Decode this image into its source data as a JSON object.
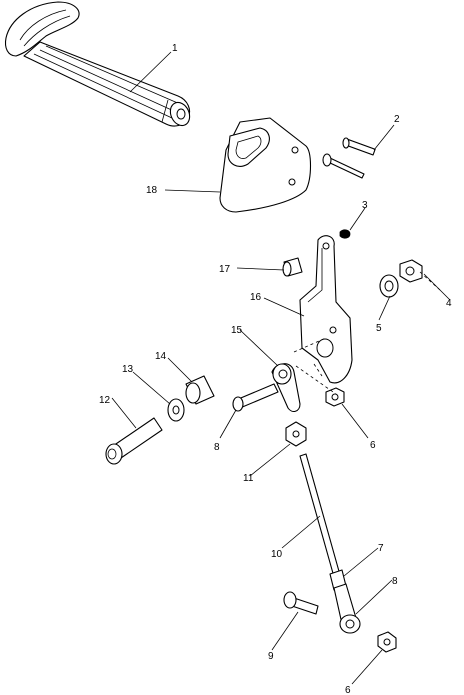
{
  "callouts": {
    "c1": "1",
    "c2": "2",
    "c3": "3",
    "c4": "4",
    "c5": "5",
    "c6a": "6",
    "c6b": "6",
    "c7": "7",
    "c8a": "8",
    "c8b": "8",
    "c9": "9",
    "c10": "10",
    "c11": "11",
    "c12": "12",
    "c13": "13",
    "c14": "14",
    "c15": "15",
    "c16": "16",
    "c17": "17",
    "c18": "18"
  }
}
